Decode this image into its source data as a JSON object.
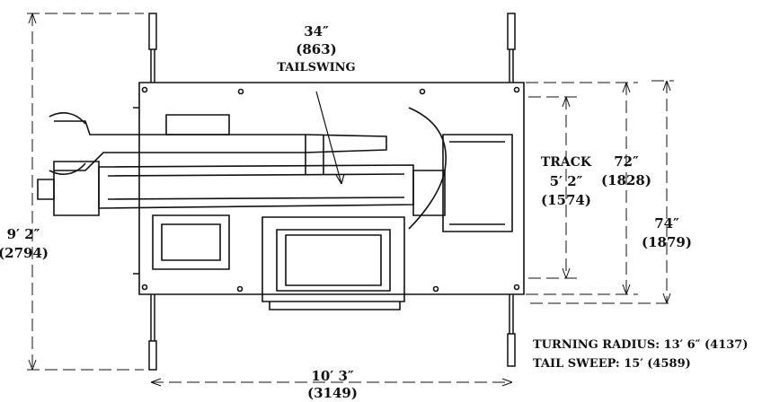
{
  "labels": {
    "tailswing_in": "34″",
    "tailswing_mm": "(863)",
    "tailswing_label": "TAILSWING",
    "track_label": "TRACK",
    "track_ft": "5′ 2″",
    "track_mm": "(1574)",
    "width72_in": "72″",
    "width72_mm": "(1828)",
    "width74_in": "74″",
    "width74_mm": "(1879)",
    "overall_width_ft": "9′ 2″",
    "overall_width_mm": "(2794)",
    "length_ft": "10′ 3″",
    "length_mm": "(3149)",
    "turning_radius": "TURNING RADIUS: 13′ 6″ (4137)",
    "tail_sweep": "TAIL SWEEP: 15′ (4589)"
  },
  "colors": {
    "ink": "#111111",
    "background": "#ffffff"
  }
}
